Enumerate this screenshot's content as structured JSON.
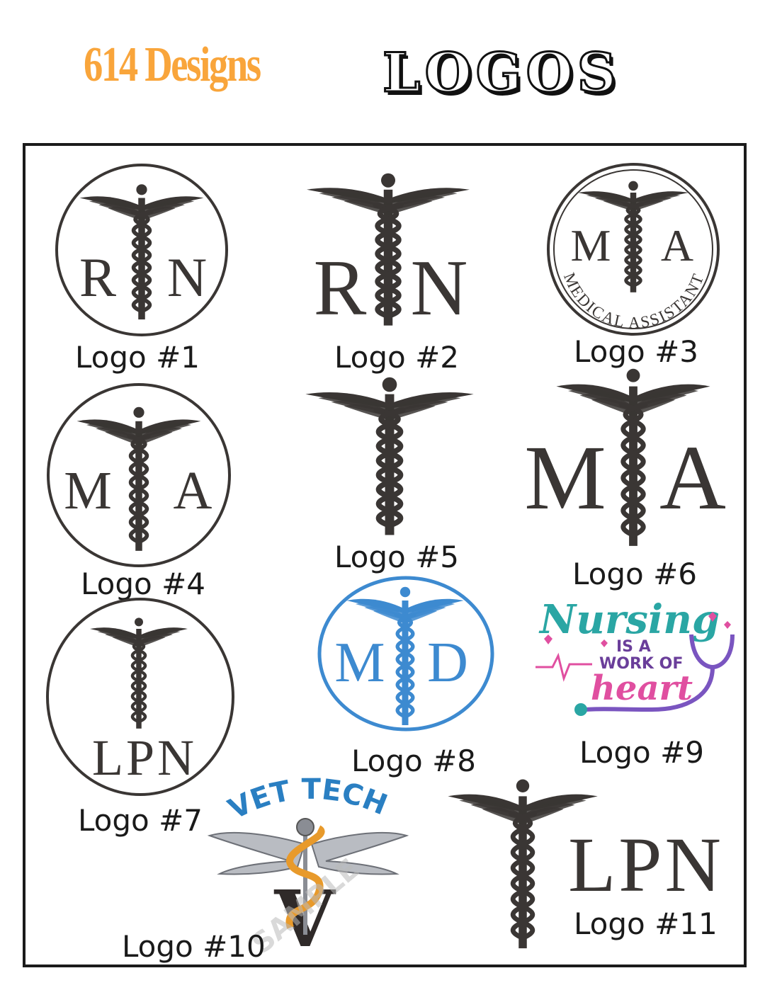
{
  "header": {
    "brand": "614 Designs",
    "title": "LOGOS"
  },
  "colors": {
    "brand": "#f9a53b",
    "thread": "#3a3634",
    "md_blue": "#3d8ad0",
    "teal": "#2aa6a4",
    "purple": "#8a4fb8",
    "pink": "#e04fa0",
    "orange": "#e89a2b"
  },
  "logos": [
    {
      "caption": "Logo #1",
      "left": "R",
      "right": "N"
    },
    {
      "caption": "Logo #2",
      "left": "R",
      "right": "N"
    },
    {
      "caption": "Logo #3",
      "left": "M",
      "right": "A",
      "ring_text": "MEDICAL ASSISTANT"
    },
    {
      "caption": "Logo #4",
      "left": "M",
      "right": "A"
    },
    {
      "caption": "Logo #5"
    },
    {
      "caption": "Logo #6",
      "left": "M",
      "right": "A"
    },
    {
      "caption": "Logo #7",
      "bottom": "LPN"
    },
    {
      "caption": "Logo #8",
      "left": "M",
      "right": "D"
    },
    {
      "caption": "Logo #9",
      "line1": "Nursing",
      "line2": "IS A",
      "line3": "WORK OF",
      "line4": "heart"
    },
    {
      "caption": "Logo #10",
      "arc": "VET TECH",
      "letter": "V",
      "watermark": "SAMPLE"
    },
    {
      "caption": "Logo #11",
      "right": "LPN"
    }
  ]
}
